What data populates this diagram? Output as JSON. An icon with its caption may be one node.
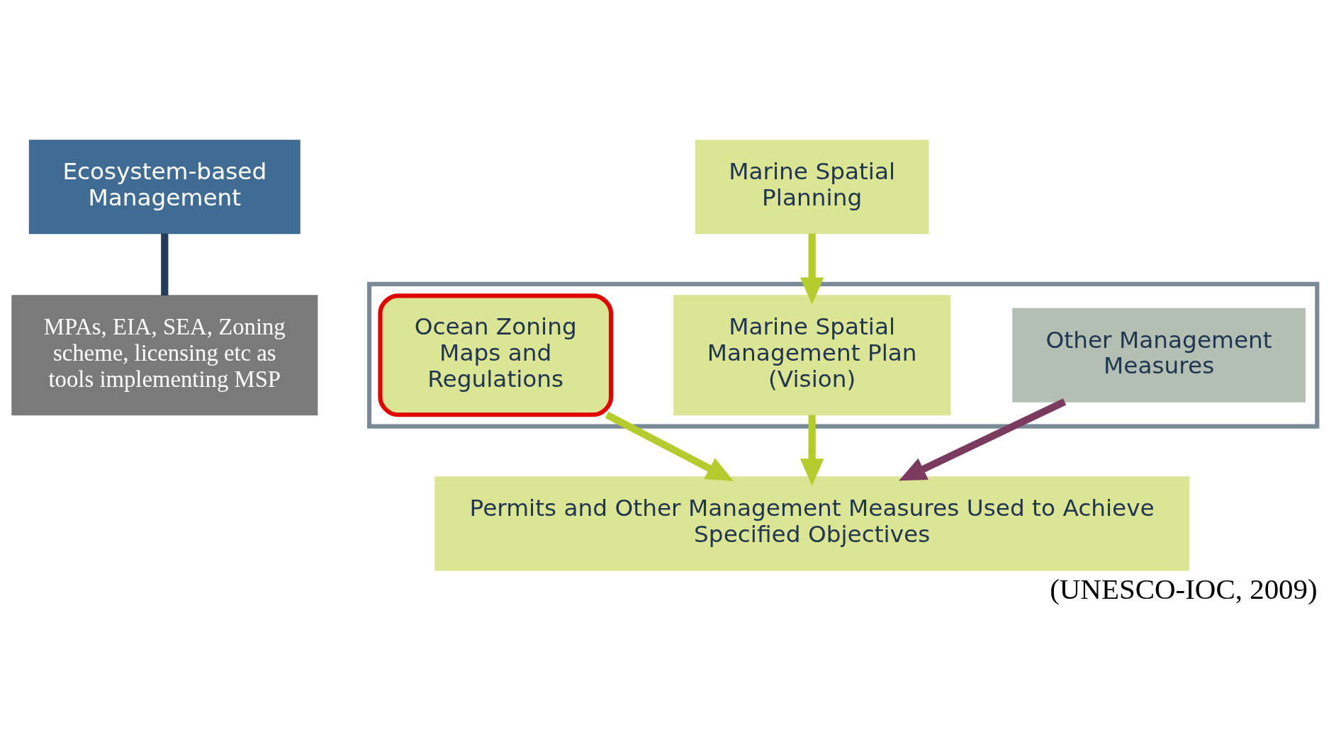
{
  "diagram": {
    "caption": "(UNESCO-IOC, 2009)",
    "nodes": [
      {
        "text": [
          "Ecosystem-based Management"
        ]
      },
      {
        "text": [
          "Marine Spatial Planning"
        ]
      },
      {
        "text": [
          "MPAs, EIA, SEA, Zoning scheme, licensing etc as tools implementing MSP"
        ]
      },
      {
        "text": [],
        "shape": "box"
      },
      {
        "text": [
          "Other Management Measures"
        ],
        "in": 3
      },
      {
        "text": [
          "Marine Spatial Management Plan (Vision)"
        ],
        "in": 3
      },
      {
        "text": [
          "Ocean Zoning Maps and Regulations"
        ],
        "in": 3
      },
      {
        "text": [
          "Permits and Other Management Measures Used to Achieve Specified Objectives"
        ]
      }
    ],
    "edges": [
      {
        "from": 0,
        "to": 2,
        "arrow": "none",
        "color": "#1f3d5a"
      },
      {
        "from": 1,
        "to": 5,
        "arrow": "to"
      },
      {
        "from": 4,
        "to": 7,
        "arrow": "to",
        "color": "#7a3b5e"
      },
      {
        "from": 5,
        "to": 7,
        "arrow": "to"
      },
      {
        "from": 6,
        "to": 7,
        "arrow": "to"
      }
    ]
  }
}
